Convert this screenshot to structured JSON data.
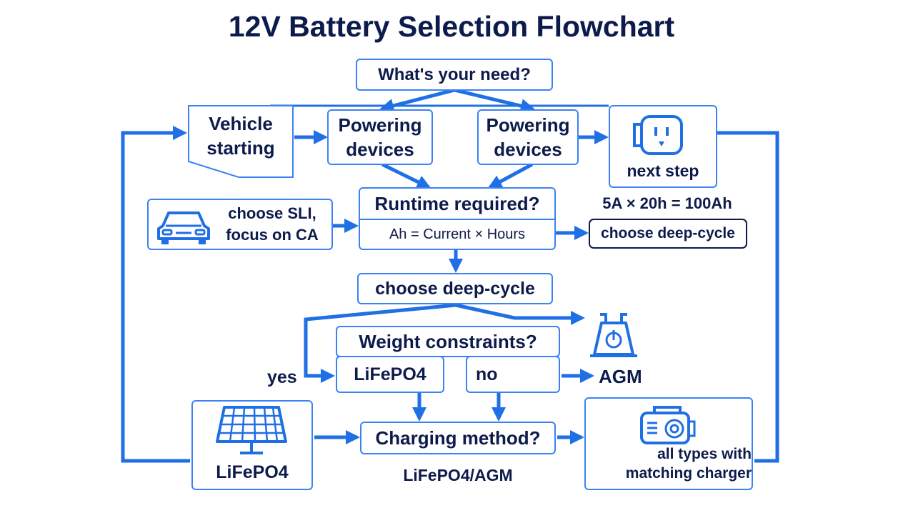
{
  "title": "12V Battery Selection Flowchart",
  "nodes": {
    "need": "What's your need?",
    "vehicle_line1": "Vehicle",
    "vehicle_line2": "starting",
    "powering_left_line1": "Powering",
    "powering_left_line2": "devices",
    "powering_right_line1": "Powering",
    "powering_right_line2": "devices",
    "next_step": "next step",
    "sli_line1": "choose SLI,",
    "sli_line2": "focus on CA",
    "runtime_title": "Runtime required?",
    "runtime_formula": "Ah = Current × Hours",
    "runtime_example": "5A × 20h = 100Ah",
    "deep_cycle_right": "choose deep-cycle",
    "deep_cycle_center": "choose deep-cycle",
    "weight_title": "Weight constraints?",
    "weight_yes_option": "LiFePO4",
    "weight_no_option": "no",
    "yes_label": "yes",
    "agm": "AGM",
    "solar_label": "LiFePO4",
    "charging": "Charging method?",
    "charging_options": "LiFePO4/AGM",
    "charger_line1": "all types with",
    "charger_line2": "matching charger"
  },
  "icons": [
    "outlet-icon",
    "car-icon",
    "scale-weight-icon",
    "solar-panel-icon",
    "battery-charger-icon"
  ],
  "colors": {
    "accent": "#1f6fe5",
    "border": "#3b82f6",
    "text": "#0d1b4c"
  }
}
